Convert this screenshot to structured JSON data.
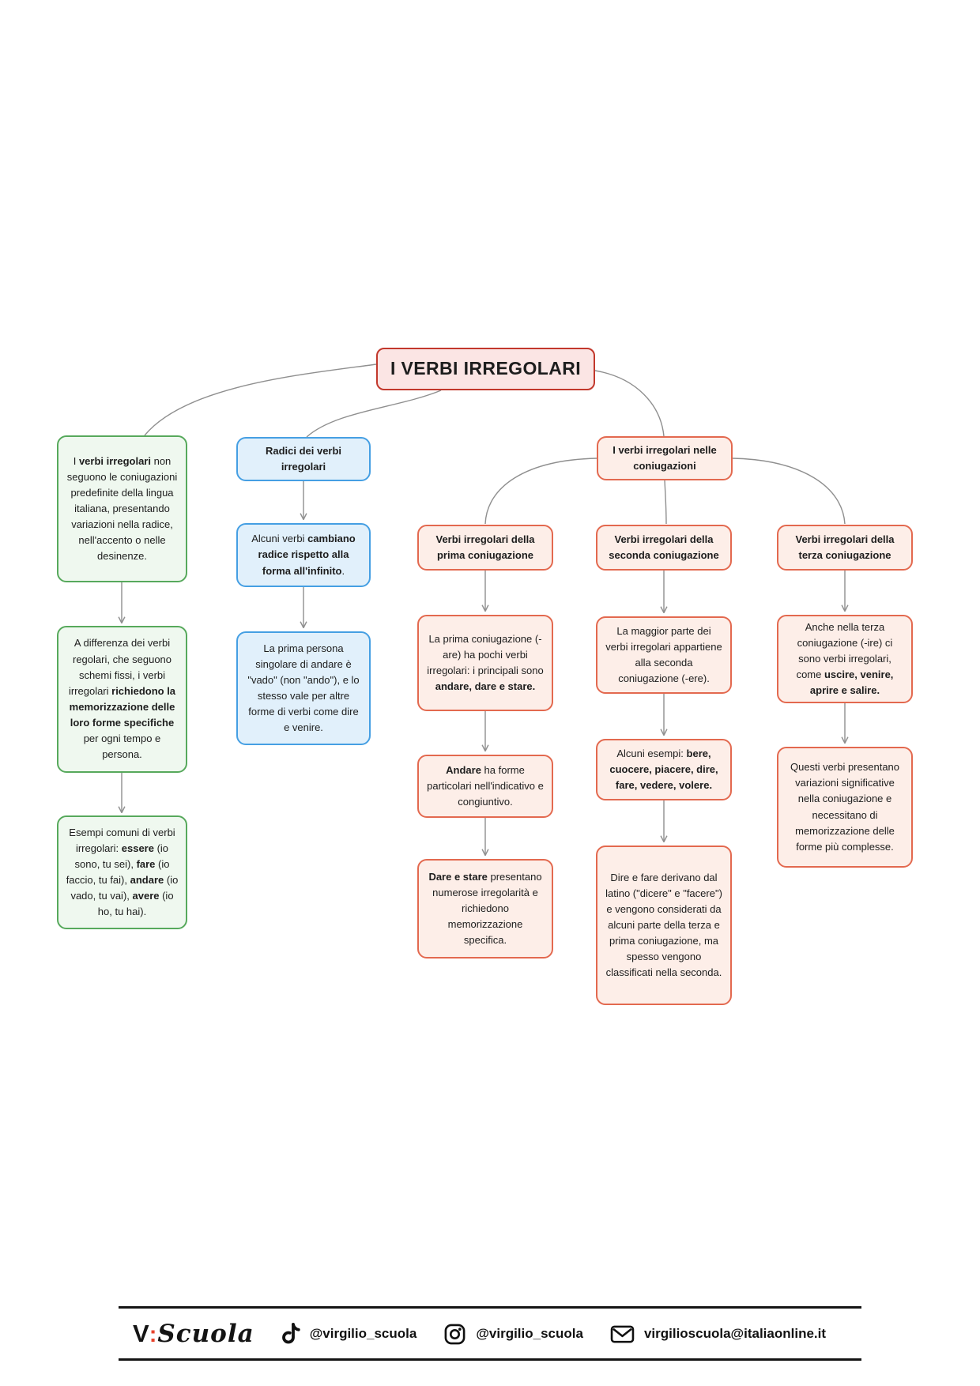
{
  "title": "I VERBI IRREGOLARI",
  "overview_branch": {
    "boxes": [
      {
        "segments": [
          {
            "t": "I "
          },
          {
            "t": "verbi irregolari",
            "b": true
          },
          {
            "t": " non seguono le coniugazioni predefinite della lingua italiana, presentando variazioni nella radice, nell'accento o nelle desinenze."
          }
        ]
      },
      {
        "segments": [
          {
            "t": "A differenza dei verbi regolari, che seguono schemi fissi, i verbi irregolari "
          },
          {
            "t": "richiedono la memorizzazione delle loro forme specifiche",
            "b": true
          },
          {
            "t": " per ogni tempo e persona."
          }
        ]
      },
      {
        "segments": [
          {
            "t": "Esempi comuni di verbi irregolari: "
          },
          {
            "t": "essere",
            "b": true
          },
          {
            "t": " (io sono, tu sei), "
          },
          {
            "t": "fare",
            "b": true
          },
          {
            "t": " (io faccio, tu fai), "
          },
          {
            "t": "andare",
            "b": true
          },
          {
            "t": " (io vado, tu vai), "
          },
          {
            "t": "avere",
            "b": true
          },
          {
            "t": " (io ho, tu hai)."
          }
        ]
      }
    ]
  },
  "roots_branch": {
    "header": "Radici dei verbi irregolari",
    "boxes": [
      {
        "segments": [
          {
            "t": "Alcuni verbi "
          },
          {
            "t": "cambiano radice rispetto alla forma all'infinito",
            "b": true
          },
          {
            "t": "."
          }
        ]
      },
      {
        "segments": [
          {
            "t": "La prima persona singolare di andare è \"vado\" (non \"ando\"), e lo stesso vale per altre forme di verbi come dire e venire."
          }
        ]
      }
    ]
  },
  "conjugations_branch": {
    "header": "I verbi irregolari nelle coniugazioni",
    "first_conjugation": {
      "header": "Verbi irregolari della prima coniugazione",
      "boxes": [
        {
          "segments": [
            {
              "t": "La prima coniugazione (-are) ha pochi verbi irregolari: i principali sono "
            },
            {
              "t": "andare, dare e stare.",
              "b": true
            }
          ]
        },
        {
          "segments": [
            {
              "t": "Andare",
              "b": true
            },
            {
              "t": " ha forme particolari nell'indicativo e congiuntivo."
            }
          ]
        },
        {
          "segments": [
            {
              "t": "Dare e stare",
              "b": true
            },
            {
              "t": " presentano numerose irregolarità e richiedono memorizzazione specifica."
            }
          ]
        }
      ]
    },
    "second_conjugation": {
      "header": "Verbi irregolari della seconda coniugazione",
      "boxes": [
        {
          "segments": [
            {
              "t": "La maggior parte dei verbi irregolari appartiene alla seconda coniugazione (-ere)."
            }
          ]
        },
        {
          "segments": [
            {
              "t": "Alcuni esempi: "
            },
            {
              "t": "bere, cuocere, piacere, dire, fare, vedere, volere.",
              "b": true
            }
          ]
        },
        {
          "segments": [
            {
              "t": "Dire e fare derivano dal latino (\"dicere\" e \"facere\") e vengono considerati da alcuni parte della terza e prima coniugazione, ma spesso vengono classificati nella seconda."
            }
          ]
        }
      ]
    },
    "third_conjugation": {
      "header": "Verbi irregolari della terza coniugazione",
      "boxes": [
        {
          "segments": [
            {
              "t": "Anche nella terza coniugazione (-ire) ci sono verbi irregolari, come "
            },
            {
              "t": "uscire, venire, aprire e salire.",
              "b": true
            }
          ]
        },
        {
          "segments": [
            {
              "t": "Questi verbi presentano variazioni significative nella coniugazione e necessitano di memorizzazione delle forme più complesse."
            }
          ]
        }
      ]
    }
  },
  "footer": {
    "logo": {
      "prefix": "V",
      "colon": ":",
      "name": "Scuola"
    },
    "tiktok_handle": "@virgilio_scuola",
    "instagram_handle": "@virgilio_scuola",
    "email": "virgilioscuola@italiaonline.it"
  },
  "colors": {
    "title_border": "#c2382c",
    "title_bg": "#fbe5e4",
    "green_border": "#57a95c",
    "green_bg": "#eff8ef",
    "blue_border": "#459fe3",
    "blue_bg": "#e1f0fb",
    "salmon_border": "#e3694f",
    "salmon_bg": "#fdeee8",
    "connector": "#8f8f8f",
    "logo_accent": "#e8432d"
  }
}
